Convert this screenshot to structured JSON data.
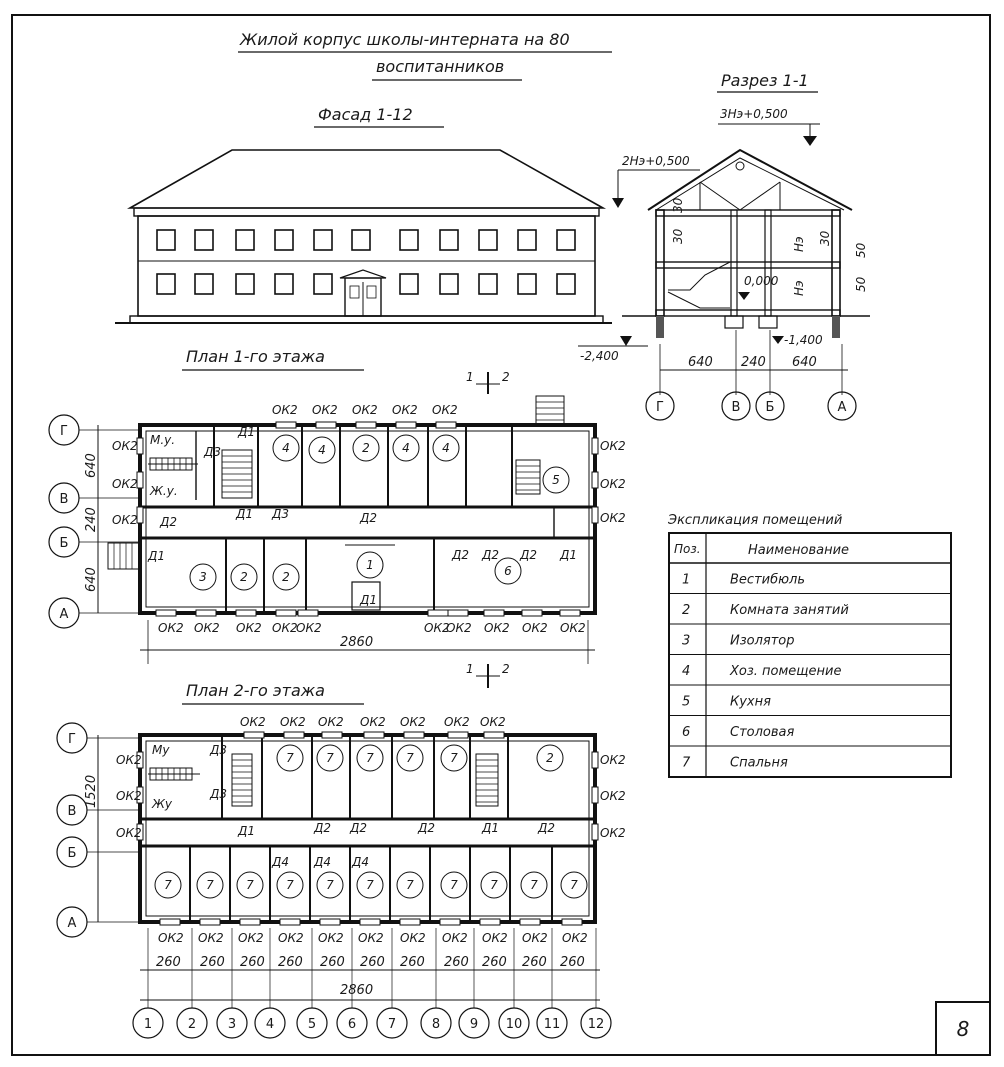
{
  "title_line1": "Жилой корпус школы-интерната на 80",
  "title_line2": "воспитанников",
  "facade_title": "Фасад 1-12",
  "section_title": "Разрез 1-1",
  "section_marks": {
    "top": "3Нэ+0,500",
    "eaves": "2Нэ+0,500",
    "zero": "0,000",
    "footing": "-1,400",
    "ground": "-2,400",
    "h1": "Нэ",
    "h2": "Нэ",
    "v30a": "30",
    "v30b": "30",
    "v30c": "30",
    "v50a": "50",
    "v50b": "50",
    "dims": [
      "640",
      "240",
      "640"
    ],
    "axes": [
      "Г",
      "В",
      "Б",
      "А"
    ]
  },
  "plan1_title": "План 1-го этажа",
  "plan2_title": "План 2-го этажа",
  "cut_mark": "1",
  "cut_mark2": "2",
  "plan1": {
    "axes_left": [
      "Г",
      "В",
      "Б",
      "А"
    ],
    "dims_left": [
      "640",
      "240",
      "640"
    ],
    "total_dim": "2860",
    "wc_m": "М.у.",
    "wc_f": "Ж.у.",
    "top_windows": [
      "ОК2",
      "ОК2",
      "ОК2",
      "ОК2",
      "ОК2"
    ],
    "bottom_windows": [
      "ОК2",
      "ОК2",
      "ОК2",
      "ОК2",
      "ОК2",
      "ОК2",
      "ОК2",
      "ОК2",
      "ОК2",
      "ОК2"
    ],
    "side_windows_left": [
      "ОК2",
      "ОК2",
      "ОК2"
    ],
    "side_windows_right": [
      "ОК2",
      "ОК2",
      "ОК2"
    ],
    "doors": [
      "Д1",
      "Д3",
      "Д1",
      "Д3",
      "Д2",
      "Д2",
      "Д1",
      "Д2",
      "Д2",
      "Д2",
      "Д1",
      "Д1"
    ],
    "rooms": [
      "4",
      "4",
      "2",
      "4",
      "4",
      "5",
      "3",
      "2",
      "2",
      "1",
      "6"
    ]
  },
  "plan2": {
    "axes_left": [
      "Г",
      "В",
      "Б",
      "А"
    ],
    "dim_left": "1520",
    "wc_m": "Му",
    "wc_f": "Жу",
    "top_windows": [
      "ОК2",
      "ОК2",
      "ОК2",
      "ОК2",
      "ОК2",
      "ОК2",
      "ОК2"
    ],
    "bottom_windows": [
      "ОК2",
      "ОК2",
      "ОК2",
      "ОК2",
      "ОК2",
      "ОК2",
      "ОК2",
      "ОК2",
      "ОК2",
      "ОК2",
      "ОК2"
    ],
    "side_windows_left": [
      "ОК2",
      "ОК2",
      "ОК2"
    ],
    "side_windows_right": [
      "ОК2",
      "ОК2",
      "ОК2"
    ],
    "doors": [
      "Д3",
      "Д3",
      "Д1",
      "Д2",
      "Д2",
      "Д2",
      "Д1",
      "Д2",
      "Д4",
      "Д4",
      "Д4"
    ],
    "rooms_top": [
      "7",
      "7",
      "7",
      "7",
      "7",
      "2"
    ],
    "rooms_bottom": [
      "7",
      "7",
      "7",
      "7",
      "7",
      "7",
      "7",
      "7",
      "7",
      "7",
      "7"
    ],
    "bay_dims": [
      "260",
      "260",
      "260",
      "260",
      "260",
      "260",
      "260",
      "260",
      "260",
      "260",
      "260"
    ],
    "total_dim": "2860",
    "axes_bottom": [
      "1",
      "2",
      "3",
      "4",
      "5",
      "6",
      "7",
      "8",
      "9",
      "10",
      "11",
      "12"
    ]
  },
  "explication": {
    "title": "Экспликация помещений",
    "headers": [
      "Поз.",
      "Наименование"
    ],
    "rows": [
      [
        "1",
        "Вестибюль"
      ],
      [
        "2",
        "Комната занятий"
      ],
      [
        "3",
        "Изолятор"
      ],
      [
        "4",
        "Хоз. помещение"
      ],
      [
        "5",
        "Кухня"
      ],
      [
        "6",
        "Столовая"
      ],
      [
        "7",
        "Спальня"
      ]
    ]
  },
  "page_number": "8"
}
